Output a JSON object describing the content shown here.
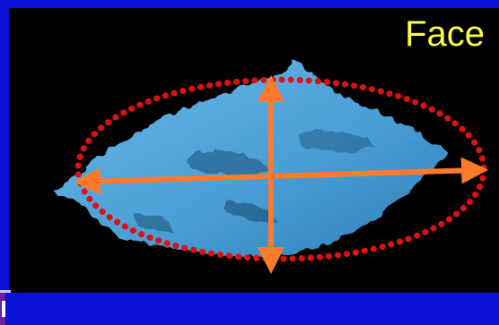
{
  "slide": {
    "label": "Face",
    "colors": {
      "background_border": "#0a12d6",
      "panel": "#000000",
      "label_text": "#ffff3a",
      "ellipse_outline": "#e01010",
      "arrows": "#ff7a2a",
      "shape_fill": "#4a9fd6"
    },
    "icons": [
      "dotted-ellipse-outline",
      "horizontal-double-arrow",
      "vertical-double-arrow",
      "blue-3d-point-cloud"
    ]
  }
}
